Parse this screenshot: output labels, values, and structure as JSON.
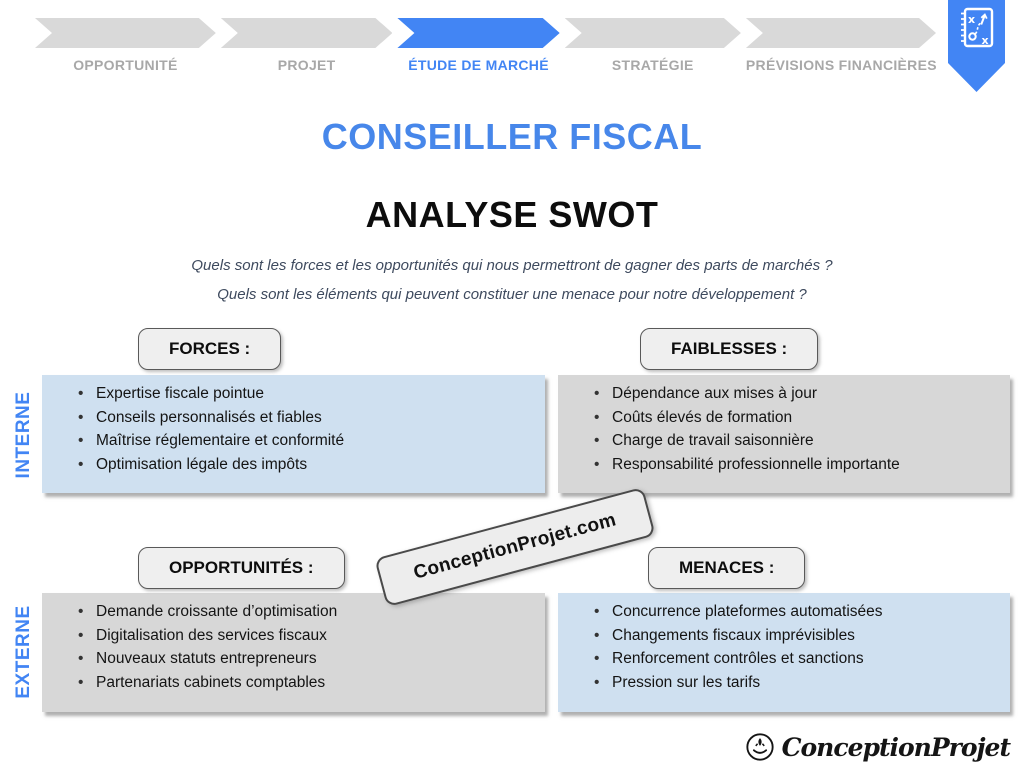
{
  "nav": {
    "steps": [
      {
        "label": "OPPORTUNITÉ",
        "active": false
      },
      {
        "label": "PROJET",
        "active": false
      },
      {
        "label": "ÉTUDE DE MARCHÉ",
        "active": true
      },
      {
        "label": "STRATÉGIE",
        "active": false
      },
      {
        "label": "PRÉVISIONS FINANCIÈRES",
        "active": false
      }
    ],
    "colors": {
      "active": "#4285F4",
      "inactive": "#D9D9D9",
      "label_inactive": "#A8A8A8",
      "label_active": "#4285F4"
    }
  },
  "badge": {
    "icon": "strategy-notebook-icon",
    "color": "#4285F4"
  },
  "header": {
    "title": "CONSEILLER FISCAL",
    "title_color": "#4787EA",
    "subtitle": "ANALYSE SWOT",
    "questions": [
      "Quels sont les forces et les opportunités qui nous permettront de gagner des parts de marchés ?",
      "Quels sont les éléments qui peuvent constituer une menace pour notre développement ?"
    ]
  },
  "axis_labels": {
    "internal": "INTERNE",
    "external": "EXTERNE",
    "color": "#4285F4"
  },
  "quadrants": [
    {
      "title": "FORCES :",
      "bg": "#CFE0F0",
      "items": [
        "Expertise fiscale pointue",
        "Conseils personnalisés et fiables",
        "Maîtrise réglementaire et conformité",
        "Optimisation légale des impôts"
      ]
    },
    {
      "title": "FAIBLESSES :",
      "bg": "#D7D7D7",
      "items": [
        "Dépendance aux mises à jour",
        "Coûts élevés de formation",
        "Charge de travail saisonnière",
        "Responsabilité professionnelle importante"
      ]
    },
    {
      "title": "OPPORTUNITÉS :",
      "bg": "#D7D7D7",
      "items": [
        "Demande croissante d’optimisation",
        "Digitalisation des services fiscaux",
        "Nouveaux statuts entrepreneurs",
        "Partenariats cabinets comptables"
      ]
    },
    {
      "title": "MENACES :",
      "bg": "#CFE0F0",
      "items": [
        "Concurrence plateformes automatisées",
        "Changements fiscaux imprévisibles",
        "Renforcement contrôles et sanctions",
        "Pression sur les tarifs"
      ]
    }
  ],
  "watermark": {
    "text": "ConceptionProjet.com"
  },
  "footer": {
    "logo_text": "ConceptionProjet",
    "logo_icon": "hand-rocket-icon"
  }
}
